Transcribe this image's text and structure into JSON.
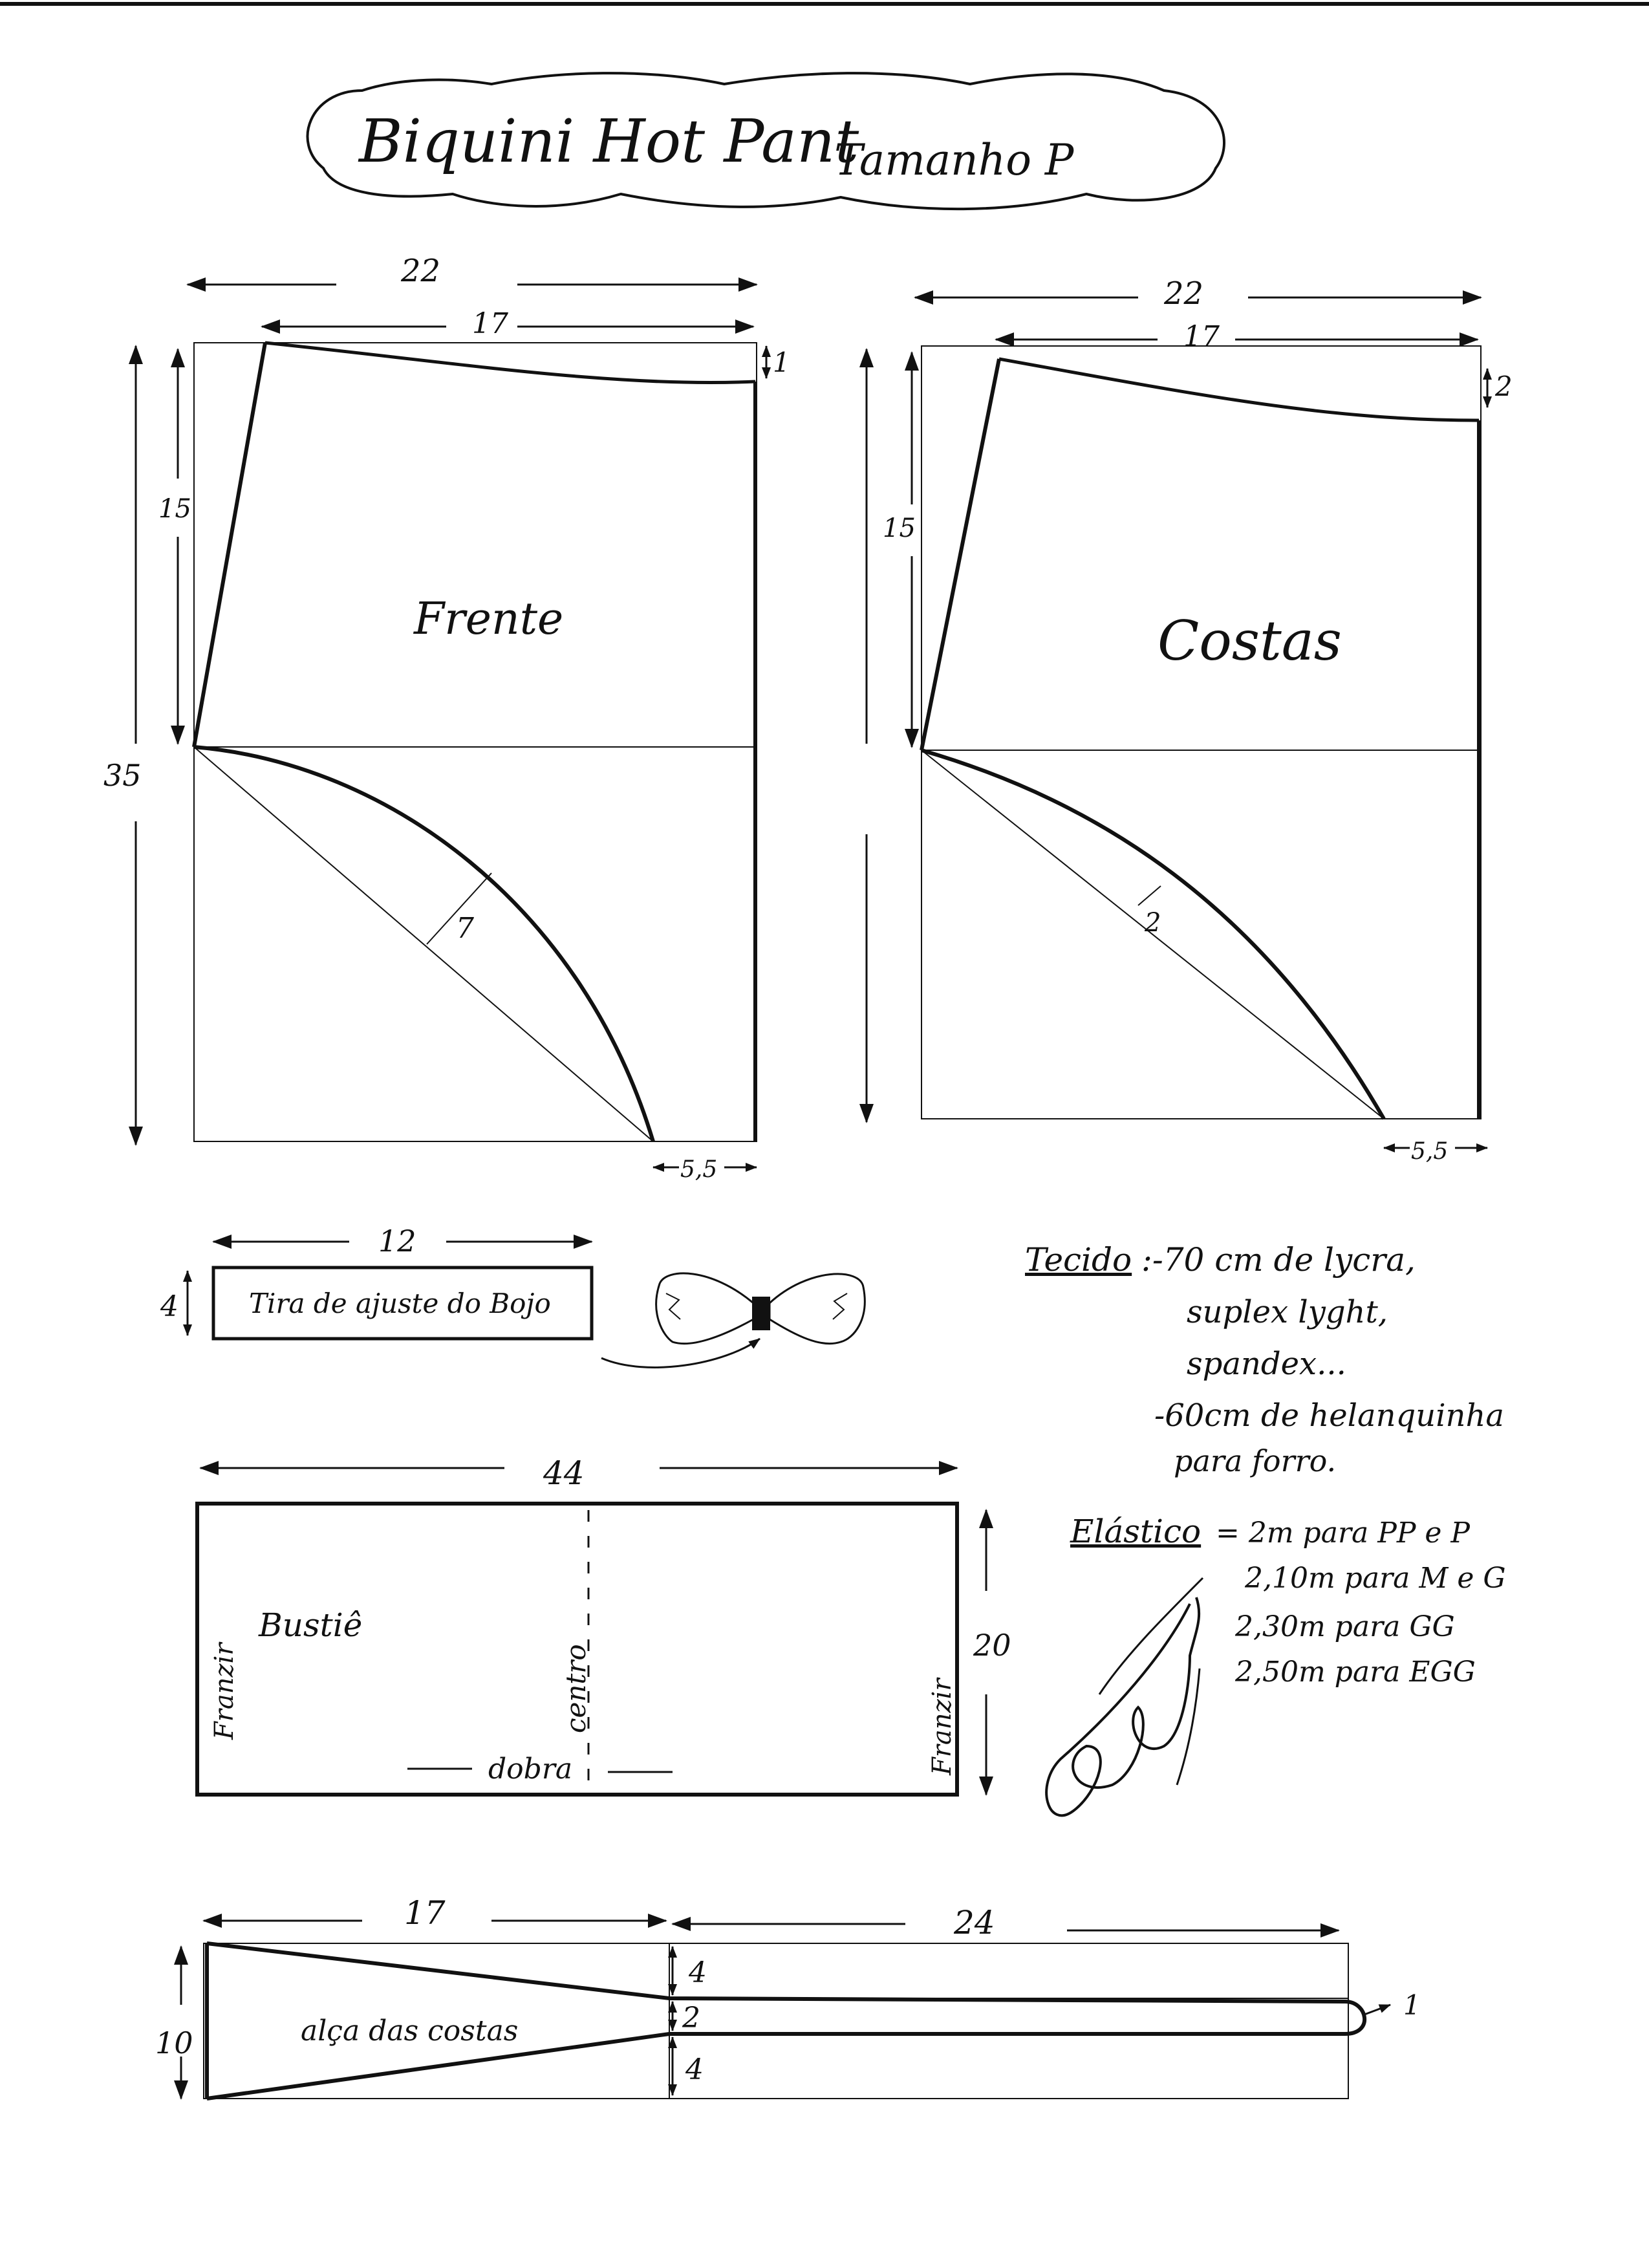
{
  "title": {
    "main": "Biquini Hot Pant",
    "size": "Tamanho P"
  },
  "colors": {
    "ink": "#111111",
    "paper": "#ffffff"
  },
  "front": {
    "label": "Frente",
    "dims": {
      "width": "22",
      "top": "17",
      "rise": "1",
      "upper": "15",
      "total": "35",
      "curve": "7",
      "bottom": "5,5"
    }
  },
  "back": {
    "label": "Costas",
    "dims": {
      "width": "22",
      "top": "17",
      "rise": "2",
      "upper": "15",
      "curve": "2",
      "bottom": "5,5"
    }
  },
  "strip": {
    "label": "Tira de ajuste do Bojo",
    "width": "12",
    "height": "4"
  },
  "fabric": {
    "heading": "Tecido",
    "lines": [
      ":-70 cm de lycra,",
      "suplex lyght,",
      "spandex...",
      "-60cm de helanquinha",
      "para forro."
    ]
  },
  "elastic": {
    "heading": "Elástico",
    "lines": [
      "= 2m para PP e P",
      "2,10m para M e G",
      "2,30m para GG",
      "2,50m para EGG"
    ]
  },
  "bustier": {
    "label": "Bustiê",
    "width": "44",
    "height": "20",
    "gather_left": "Franzir",
    "gather_right": "Franzir",
    "center": "centro",
    "fold": "dobra"
  },
  "strap": {
    "label": "alça das costas",
    "length_a": "17",
    "length_b": "24",
    "height": "10",
    "seg_top": "4",
    "seg_mid": "2",
    "seg_bottom": "4",
    "end": "1"
  }
}
